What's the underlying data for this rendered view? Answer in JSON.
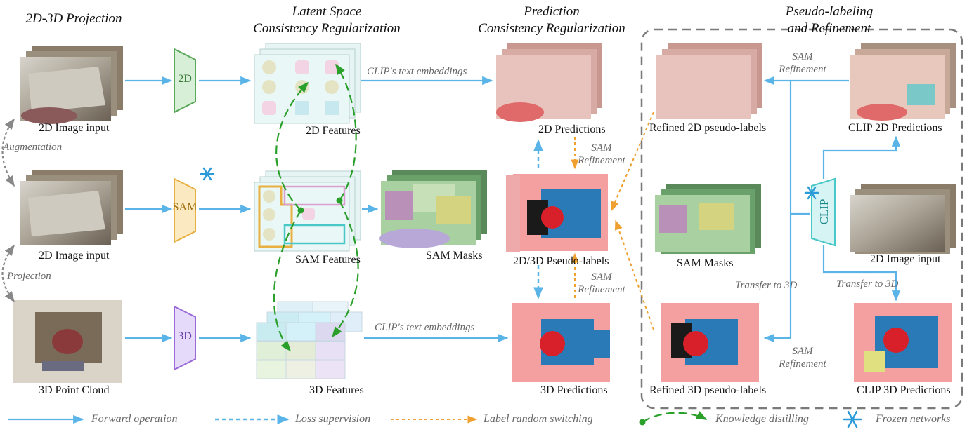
{
  "headers": {
    "projection": "2D-3D Projection",
    "latent_line1": "Latent Space",
    "latent_line2": "Consistency Regularization",
    "pred_line1": "Prediction",
    "pred_line2": "Consistency Regularization",
    "pseudo_line1": "Pseudo-labeling",
    "pseudo_line2": "and Refinement"
  },
  "captions": {
    "img_input_top": "2D Image input",
    "img_input_mid": "2D Image input",
    "point_cloud": "3D Point Cloud",
    "features_2d": "2D Features",
    "sam_features": "SAM Features",
    "features_3d": "3D Features",
    "sam_masks_left": "SAM Masks",
    "pred_2d": "2D Predictions",
    "pseudo_2d3d": "2D/3D Pseudo-labels",
    "pred_3d": "3D Predictions",
    "refined_2d": "Refined 2D pseudo-labels",
    "clip_2d": "CLIP 2D Predictions",
    "sam_masks_right": "SAM Masks",
    "img_input_right": "2D Image input",
    "refined_3d": "Refined 3D pseudo-labels",
    "clip_3d": "CLIP 3D Predictions"
  },
  "modules": {
    "enc_2d": "2D",
    "enc_sam": "SAM",
    "enc_3d": "3D",
    "enc_clip": "CLIP"
  },
  "annotations": {
    "augmentation": "Augmentation",
    "projection": "Projection",
    "clip_text_top": "CLIP's text embeddings",
    "clip_text_bottom": "CLIP's text embeddings",
    "sam_ref_a1": "SAM",
    "sam_ref_a2": "Refinement",
    "sam_ref_b1": "SAM",
    "sam_ref_b2": "Refinement",
    "sam_ref_c1": "SAM",
    "sam_ref_c2": "Refinement",
    "sam_ref_d1": "SAM",
    "sam_ref_d2": "Refinement",
    "transfer_left": "Transfer to 3D",
    "transfer_right": "Transfer to 3D"
  },
  "legend": {
    "forward": "Forward operation",
    "loss": "Loss supervision",
    "switch": "Label random switching",
    "distill": "Knowledge distilling",
    "frozen": "Frozen networks"
  },
  "colors": {
    "forward": "#5ab4e8",
    "loss": "#5ab4e8",
    "switch": "#f0a030",
    "distill": "#2aa02a",
    "enc_2d": "#5aa85a",
    "enc_sam": "#e8b040",
    "enc_3d": "#9a6ad8",
    "enc_clip": "#4ac8c8",
    "frozen": "#2a9ad8"
  }
}
